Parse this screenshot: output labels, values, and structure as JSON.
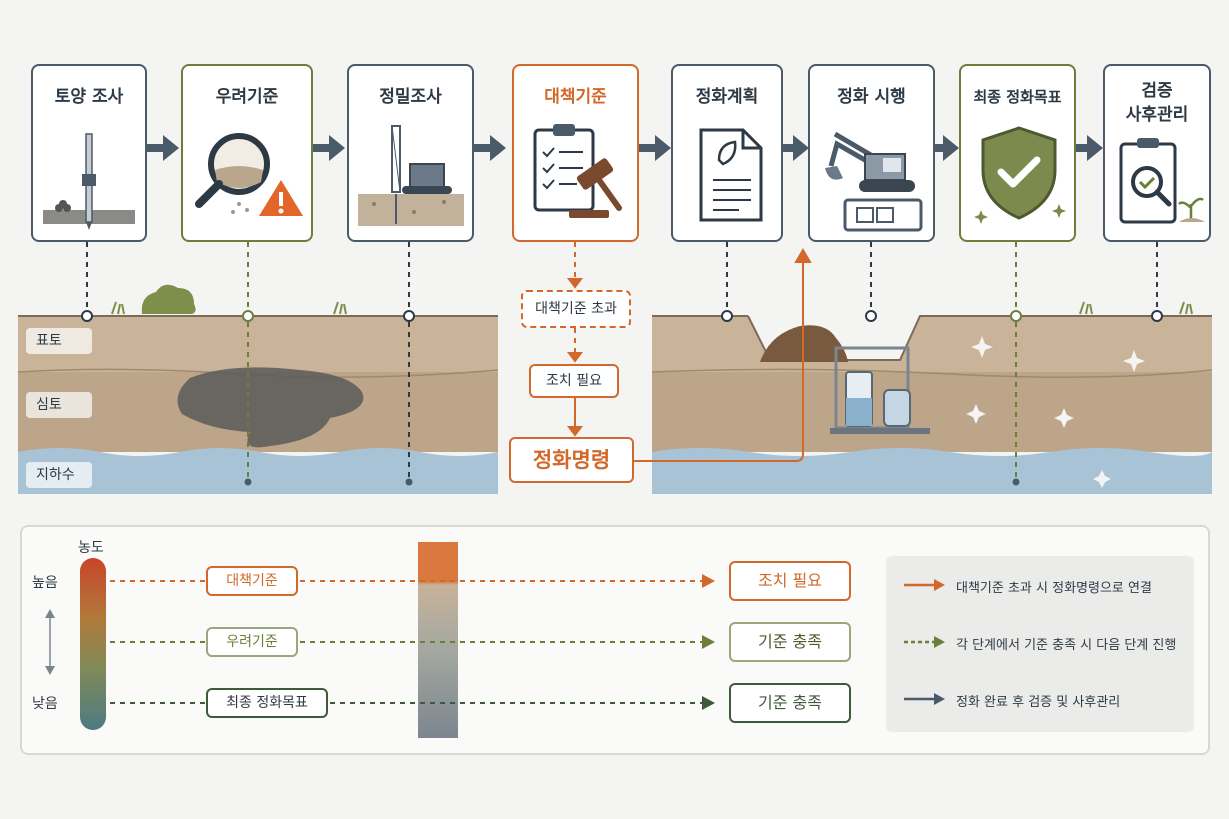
{
  "stages": [
    {
      "title": "토양 조사",
      "icon": "soil-probe-icon"
    },
    {
      "title": "우려기준",
      "icon": "magnifier-warning-icon"
    },
    {
      "title": "정밀조사",
      "icon": "drilling-rig-icon"
    },
    {
      "title": "대책기준",
      "icon": "clipboard-gavel-icon"
    },
    {
      "title": "정화계획",
      "icon": "document-leaf-icon"
    },
    {
      "title": "정화 시행",
      "icon": "excavator-icon"
    },
    {
      "title": "최종 정화목표",
      "icon": "shield-check-icon"
    },
    {
      "title_line1": "검증",
      "title_line2": "사후관리",
      "icon": "clipboard-magnifier-icon"
    }
  ],
  "flow": {
    "exceed": "대책기준 초과",
    "action": "조치 필요",
    "order": "정화명령"
  },
  "layers": {
    "topsoil": "표토",
    "subsoil": "심토",
    "groundwater": "지하수"
  },
  "legend": {
    "concentration": "농도",
    "high": "높음",
    "low": "낮음",
    "levels": [
      {
        "label": "대책기준",
        "result": "조치 필요",
        "color": "#d2692a"
      },
      {
        "label": "우려기준",
        "result": "기준 충족",
        "color": "#6b7f3a"
      },
      {
        "label": "최종 정화목표",
        "result": "기준 충족",
        "color": "#3f5a3a"
      }
    ],
    "items": [
      {
        "text": "대책기준 초과 시 정화명령으로 연결",
        "color": "#d2692a"
      },
      {
        "text": "각 단계에서 기준 충족 시 다음 단계 진행",
        "color": "#6b7f3a"
      },
      {
        "text": "정화 완료 후 검증 및 사후관리",
        "color": "#4b5a68"
      }
    ]
  }
}
